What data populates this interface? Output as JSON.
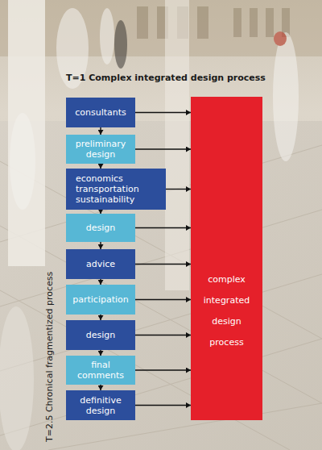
{
  "diagram": {
    "title": "T=1 Complex integrated design process",
    "nodes": [
      {
        "text": [
          "consultants"
        ]
      },
      {
        "text": [
          "preliminary design"
        ]
      },
      {
        "text": [
          "economics transportation sustainability"
        ]
      },
      {
        "text": [
          "design"
        ]
      },
      {
        "text": [
          "advice"
        ]
      },
      {
        "text": [
          "participation"
        ]
      },
      {
        "text": [
          "design"
        ]
      },
      {
        "text": [
          "final comments"
        ]
      },
      {
        "text": [
          "definitive design"
        ]
      },
      {
        "text": [
          "complex integrated design process"
        ]
      }
    ],
    "edges": [
      {
        "from": 0,
        "to": 1,
        "arrow": "to"
      },
      {
        "from": 1,
        "to": 2,
        "arrow": "to"
      },
      {
        "from": 2,
        "to": 3,
        "arrow": "to"
      },
      {
        "from": 3,
        "to": 4,
        "arrow": "to"
      },
      {
        "from": 4,
        "to": 5,
        "arrow": "to"
      },
      {
        "from": 5,
        "to": 6,
        "arrow": "to"
      },
      {
        "from": 6,
        "to": 7,
        "arrow": "to"
      },
      {
        "from": 7,
        "to": 8,
        "arrow": "to"
      },
      {
        "from": 0,
        "to": 9,
        "arrow": "to"
      },
      {
        "from": 1,
        "to": 9,
        "arrow": "to"
      },
      {
        "from": 2,
        "to": 9,
        "arrow": "to"
      },
      {
        "from": 3,
        "to": 9,
        "arrow": "to"
      },
      {
        "from": 4,
        "to": 9,
        "arrow": "to"
      },
      {
        "from": 5,
        "to": 9,
        "arrow": "to"
      },
      {
        "from": 6,
        "to": 9,
        "arrow": "to"
      },
      {
        "from": 7,
        "to": 9,
        "arrow": "to"
      },
      {
        "from": 8,
        "to": 9,
        "arrow": "to"
      }
    ],
    "labels": [
      "T=2.5 Chronical fragmentized process"
    ]
  }
}
